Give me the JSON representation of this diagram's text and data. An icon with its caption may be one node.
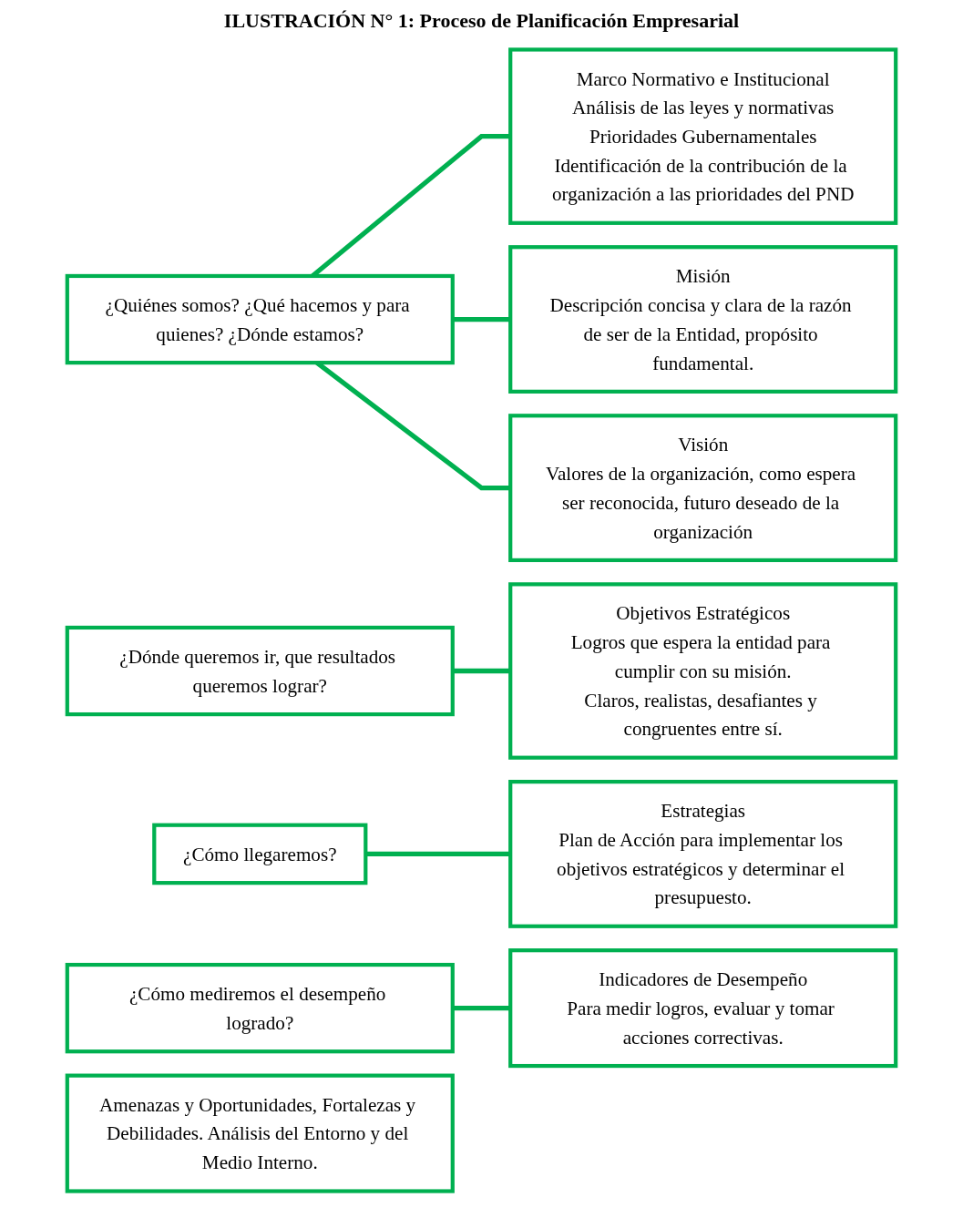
{
  "diagram": {
    "title": "ILUSTRACIÓN N° 1: Proceso de Planificación Empresarial",
    "nodes": [
      {
        "text": [
          "¿Quiénes somos? ¿Qué hacemos y para quienes? ¿Dónde estamos?"
        ]
      },
      {
        "text": [
          "Marco Normativo e Institucional",
          "Análisis de las leyes y normativas",
          "Prioridades Gubernamentales",
          "Identificación de la contribución de la organización a las prioridades del PND"
        ]
      },
      {
        "text": [
          "Misión",
          "Descripción concisa y clara de la razón de ser de la Entidad, propósito fundamental."
        ]
      },
      {
        "text": [
          "Visión",
          "Valores de la organización, como espera ser reconocida, futuro deseado de la organización"
        ]
      },
      {
        "text": [
          "¿Dónde queremos ir, que resultados queremos lograr?"
        ]
      },
      {
        "text": [
          "Objetivos Estratégicos",
          "Logros que espera la entidad para cumplir con su misión.",
          "Claros, realistas, desafiantes y congruentes entre sí."
        ]
      },
      {
        "text": [
          "¿Cómo llegaremos?"
        ]
      },
      {
        "text": [
          "Estrategias",
          "Plan de Acción para implementar los objetivos estratégicos y determinar el presupuesto."
        ]
      },
      {
        "text": [
          "¿Cómo mediremos el desempeño logrado?"
        ]
      },
      {
        "text": [
          "Indicadores de Desempeño",
          "Para medir logros, evaluar y tomar acciones correctivas."
        ]
      },
      {
        "text": [
          "Amenazas y Oportunidades, Fortalezas y Debilidades. Análisis del Entorno y del Medio Interno."
        ]
      }
    ],
    "edges": [
      {
        "from": 0,
        "to": 1,
        "arrow": "none"
      },
      {
        "from": 0,
        "to": 2,
        "arrow": "none"
      },
      {
        "from": 0,
        "to": 3,
        "arrow": "none"
      },
      {
        "from": 4,
        "to": 5,
        "arrow": "none"
      },
      {
        "from": 6,
        "to": 7,
        "arrow": "none"
      },
      {
        "from": 8,
        "to": 9,
        "arrow": "none"
      }
    ]
  }
}
